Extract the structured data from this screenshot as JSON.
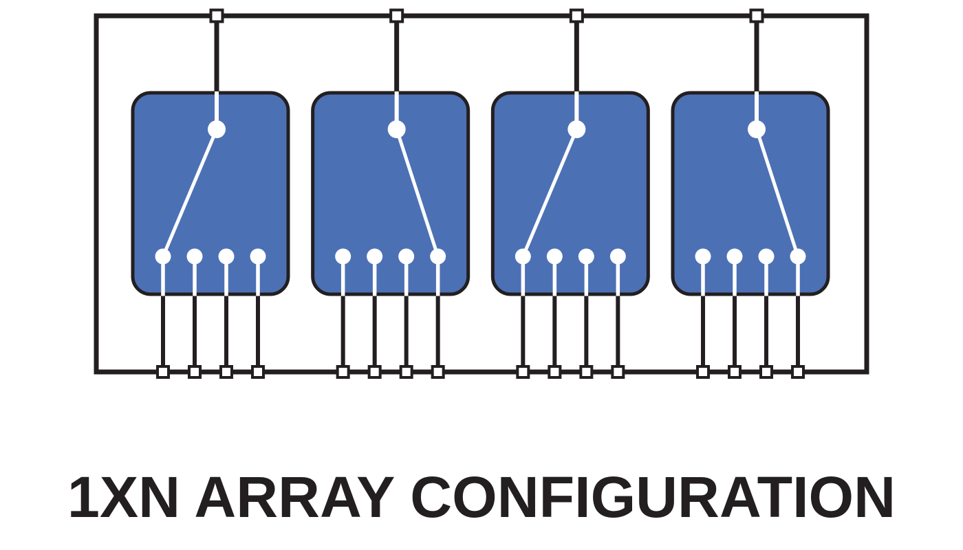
{
  "title": "1XN ARRAY CONFIGURATION",
  "colors": {
    "line": "#231F20",
    "switch_fill": "#4C70B4",
    "contact_fill": "#FFFFFF",
    "background": "#FFFFFF"
  },
  "array": {
    "switch_count": 4,
    "throws_per_switch": 4,
    "top_terminals": 4,
    "bottom_terminals": 16,
    "switches": [
      {
        "selected_throw": 1
      },
      {
        "selected_throw": 4
      },
      {
        "selected_throw": 1
      },
      {
        "selected_throw": 4
      }
    ]
  }
}
